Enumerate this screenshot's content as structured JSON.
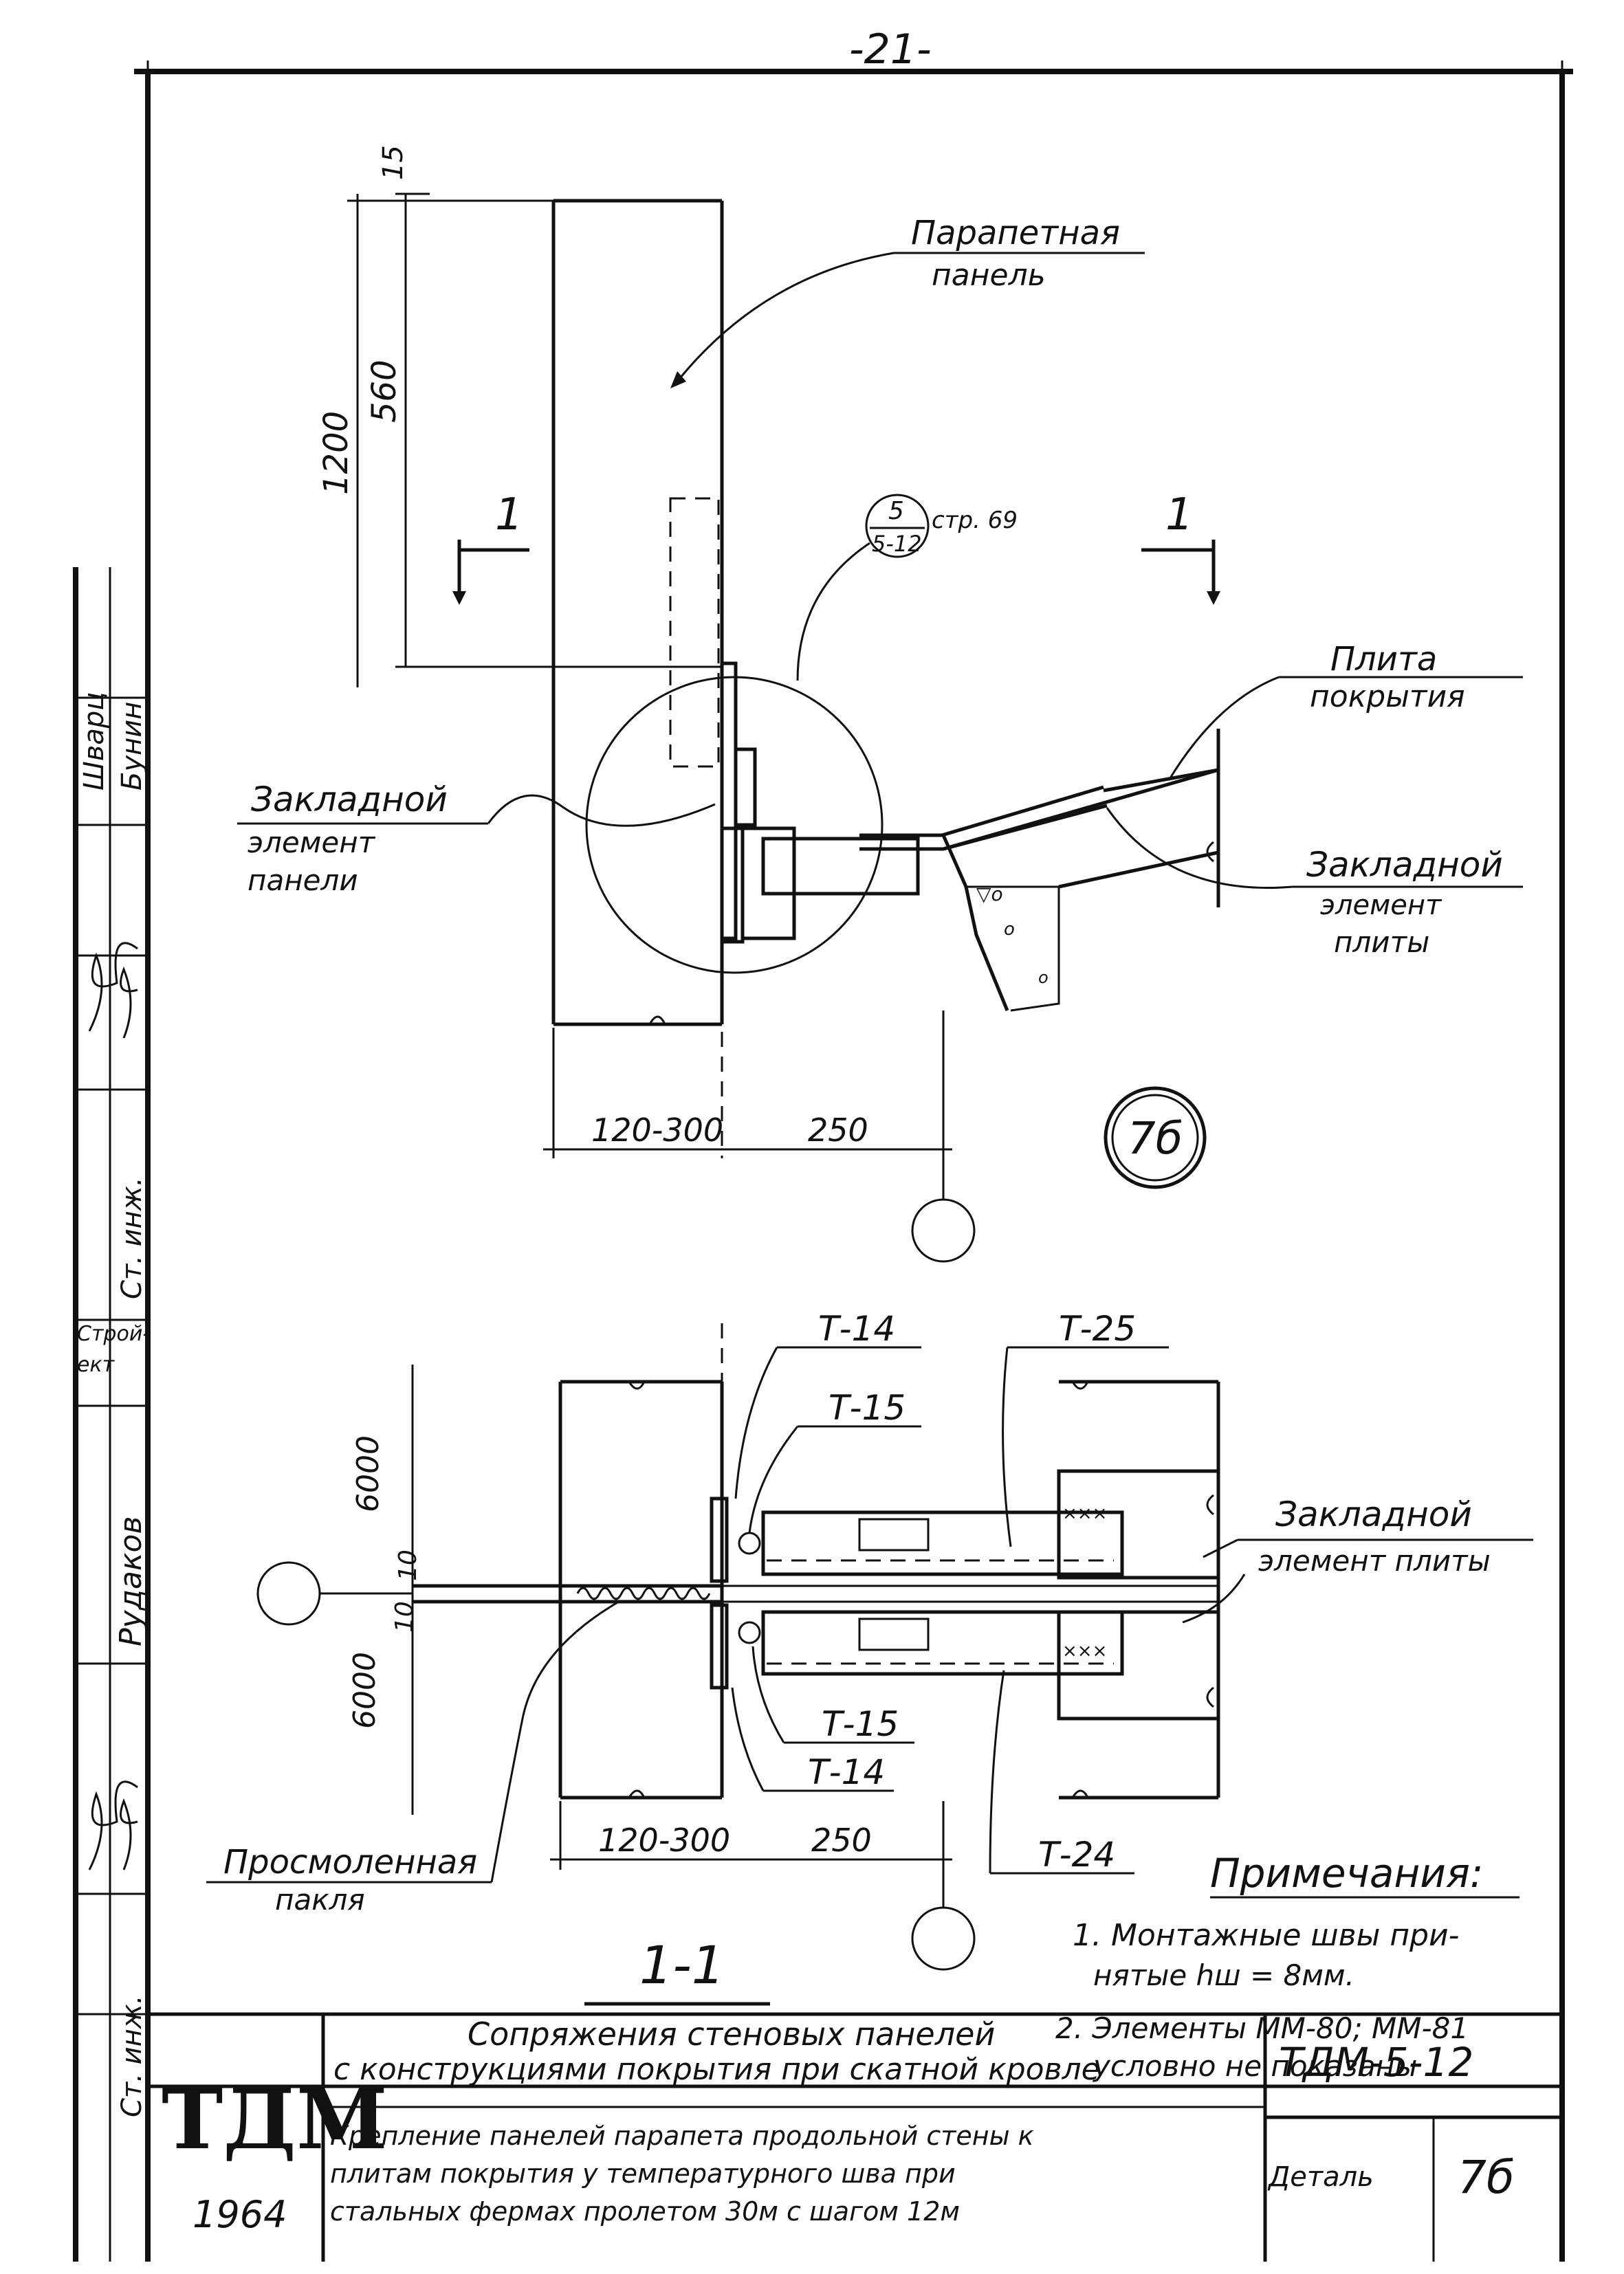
{
  "page_number": "-21-",
  "upper_view": {
    "labels": {
      "parapet_panel": [
        "Парапетная",
        "панель"
      ],
      "roof_slab": [
        "Плита",
        "покрытия"
      ],
      "panel_embed": [
        "Закладной",
        "элемент",
        "панели"
      ],
      "slab_embed": [
        "Закладной",
        "элемент",
        "плиты"
      ]
    },
    "dims": {
      "d15": "15",
      "d560": "560",
      "d1200": "1200",
      "d120_300": "120-300",
      "d250": "250"
    },
    "section_marks": [
      "1",
      "1"
    ],
    "callout": {
      "top": "5",
      "bottom": "5-12",
      "page_ref": "стр. 69"
    },
    "detail_badge": "7б"
  },
  "lower_view": {
    "labels": {
      "t14_top": "Т-14",
      "t15_top": "Т-15",
      "t25": "Т-25",
      "t15_bot": "Т-15",
      "t14_bot": "Т-14",
      "t24": "Т-24",
      "slab_embed": [
        "Закладной",
        "элемент плиты"
      ],
      "tarred_tow": [
        "Просмоленная",
        "пакля"
      ]
    },
    "dims": {
      "d6000_top": "6000",
      "d10_a": "10",
      "d10_b": "10",
      "d6000_bot": "6000",
      "d120_300": "120-300",
      "d250": "250"
    },
    "section_title": "1-1"
  },
  "notes": {
    "heading": "Примечания:",
    "items": [
      "1. Монтажные швы при-",
      "нятые hш = 8мм.",
      "2. Элементы ММ-80; ММ-81",
      "условно не показаны"
    ]
  },
  "side_stamp": [
    "Шварц",
    "Бунин",
    "Ст. инж.",
    "Строй-",
    "ект",
    "Рудаков",
    "Ст. инж."
  ],
  "title_block": {
    "logo": "ТДМ",
    "year": "1964",
    "title_line1": "Сопряжения стеновых панелей",
    "title_line2": "с конструкциями покрытия при скатной кровле",
    "series": "ТДМ-5-12",
    "desc_line1": "Крепление панелей парапета продольной стены к",
    "desc_line2": "плитам покрытия у температурного шва при",
    "desc_line3": "стальных фермах пролетом 30м с шагом 12м",
    "detail_label": "Деталь",
    "detail_value": "7б"
  }
}
